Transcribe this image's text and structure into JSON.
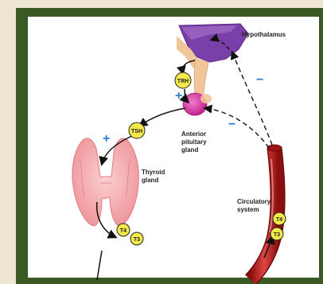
{
  "labels": {
    "hypothalamus": "Hypothalamus",
    "anterior_line1": "Anterior",
    "anterior_line2": "pituitary",
    "anterior_line3": "gland",
    "thyroid_line1": "Thyroid",
    "thyroid_line2": "gland",
    "circulatory_line1": "Circulatory",
    "circulatory_line2": "system"
  },
  "hormones": {
    "trh": "TRH",
    "tsh": "TSH",
    "t4_vessel": "T4",
    "t3_vessel": "T3",
    "t4_thyroid": "T4",
    "t3_thyroid": "T3"
  },
  "signs": {
    "plus_trh": "+",
    "plus_tsh": "+",
    "minus_hypothalamus": "−",
    "minus_pituitary": "−"
  },
  "colors": {
    "frame": "#3b5a23",
    "hypothalamus": "#7a3fa8",
    "pituitary": "#d93aa8",
    "stalk": "#f0c59a",
    "thyroid": "#f2a3a8",
    "vessel": "#c41e1e",
    "hormone_badge": "#f3e84a",
    "sign": "#2a7fd0"
  }
}
